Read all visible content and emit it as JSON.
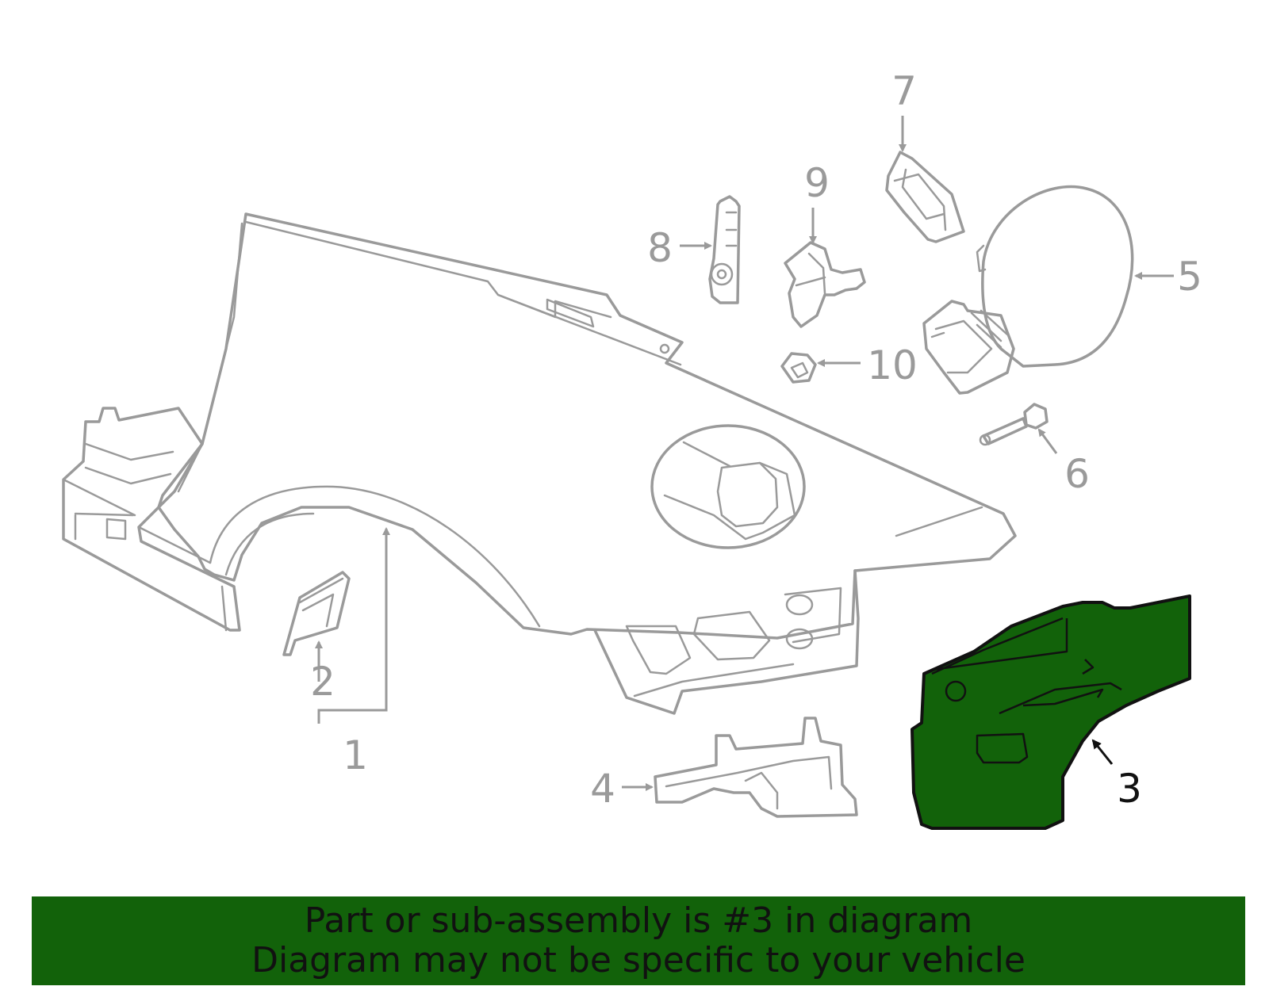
{
  "diagram": {
    "callouts": [
      {
        "id": "1",
        "label": "1"
      },
      {
        "id": "2",
        "label": "2"
      },
      {
        "id": "3",
        "label": "3",
        "highlighted": true
      },
      {
        "id": "4",
        "label": "4"
      },
      {
        "id": "5",
        "label": "5"
      },
      {
        "id": "6",
        "label": "6"
      },
      {
        "id": "7",
        "label": "7"
      },
      {
        "id": "8",
        "label": "8"
      },
      {
        "id": "9",
        "label": "9"
      },
      {
        "id": "10",
        "label": "10"
      }
    ],
    "colors": {
      "line_art": "#9a9a9a",
      "highlight_fill": "#12620a",
      "highlight_outline": "#111111",
      "background": "#ffffff"
    }
  },
  "banner": {
    "line1": "Part or sub-assembly is #3 in diagram",
    "line2": "Diagram may not be specific to your vehicle"
  }
}
